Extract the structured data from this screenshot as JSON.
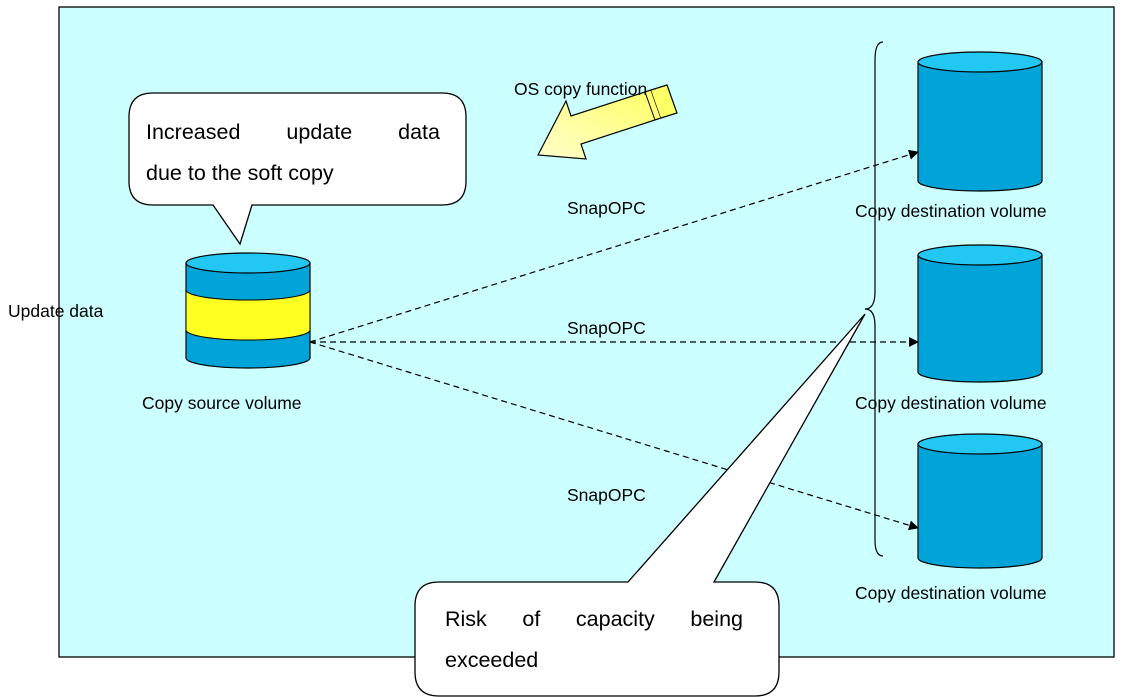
{
  "source": {
    "side_label": "Update data",
    "volume_label": "Copy source volume"
  },
  "os_copy": {
    "label": "OS copy function"
  },
  "destinations": [
    {
      "label": "Copy destination volume",
      "copy_label": "SnapOPC"
    },
    {
      "label": "Copy destination volume",
      "copy_label": "SnapOPC"
    },
    {
      "label": "Copy destination volume",
      "copy_label": "SnapOPC"
    }
  ],
  "callouts": {
    "top": {
      "line1": "Increased update data",
      "line2": "due to the soft copy"
    },
    "bottom": {
      "line1": "Risk of capacity being",
      "line2": "exceeded"
    }
  },
  "colors": {
    "panel": "#ccffff",
    "cylinder": "#00a4d8",
    "cylinder_top": "#22c7f2",
    "update_band": "#ffff22",
    "arrow": "#ffff99"
  }
}
